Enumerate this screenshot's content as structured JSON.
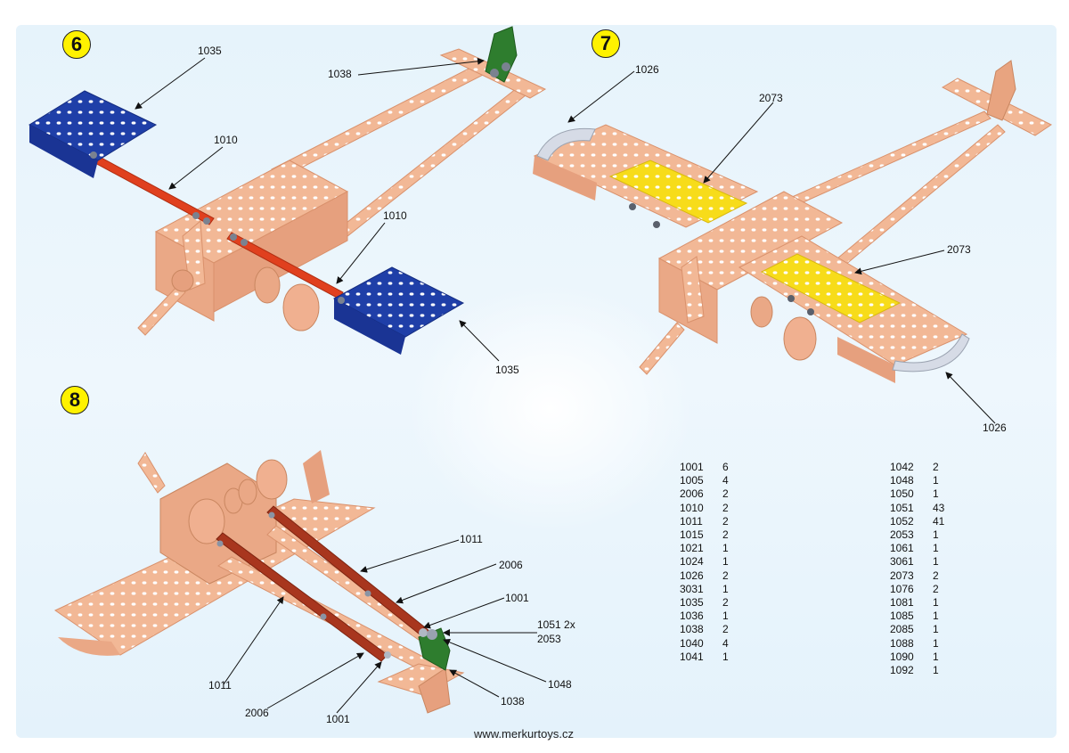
{
  "steps": [
    {
      "number": "6",
      "callouts": [
        "1035",
        "1038",
        "1010",
        "1010",
        "1035"
      ]
    },
    {
      "number": "7",
      "callouts": [
        "1026",
        "2073",
        "2073",
        "1026"
      ]
    },
    {
      "number": "8",
      "callouts": [
        "1011",
        "2006",
        "1001",
        "1051 2x",
        "2053",
        "1048",
        "1038",
        "1011",
        "2006",
        "1001"
      ]
    }
  ],
  "colors": {
    "badge": "#fff200",
    "copper": "#f2b896",
    "copper_dark": "#d9916c",
    "blue_plate": "#1f3fa8",
    "red_strip": "#e0401e",
    "green_bracket": "#2e7d2e",
    "yellow_plate": "#f7dc1a",
    "silver": "#d6dbe6",
    "dark_red_strip": "#a8361e"
  },
  "parts_list": {
    "left": [
      {
        "part": "1001",
        "qty": "6"
      },
      {
        "part": "1005",
        "qty": "4"
      },
      {
        "part": "2006",
        "qty": "2"
      },
      {
        "part": "1010",
        "qty": "2"
      },
      {
        "part": "1011",
        "qty": "2"
      },
      {
        "part": "1015",
        "qty": "2"
      },
      {
        "part": "1021",
        "qty": "1"
      },
      {
        "part": "1024",
        "qty": "1"
      },
      {
        "part": "1026",
        "qty": "2"
      },
      {
        "part": "3031",
        "qty": "1"
      },
      {
        "part": "1035",
        "qty": "2"
      },
      {
        "part": "1036",
        "qty": "1"
      },
      {
        "part": "1038",
        "qty": "2"
      },
      {
        "part": "1040",
        "qty": "4"
      },
      {
        "part": "1041",
        "qty": "1"
      }
    ],
    "right": [
      {
        "part": "1042",
        "qty": "2"
      },
      {
        "part": "1048",
        "qty": "1"
      },
      {
        "part": "1050",
        "qty": "1"
      },
      {
        "part": "1051",
        "qty": "43"
      },
      {
        "part": "1052",
        "qty": "41"
      },
      {
        "part": "2053",
        "qty": "1"
      },
      {
        "part": "1061",
        "qty": "1"
      },
      {
        "part": "3061",
        "qty": "1"
      },
      {
        "part": "2073",
        "qty": "2"
      },
      {
        "part": "1076",
        "qty": "2"
      },
      {
        "part": "1081",
        "qty": "1"
      },
      {
        "part": "1085",
        "qty": "1"
      },
      {
        "part": "2085",
        "qty": "1"
      },
      {
        "part": "1088",
        "qty": "1"
      },
      {
        "part": "1090",
        "qty": "1"
      },
      {
        "part": "1092",
        "qty": "1"
      }
    ]
  },
  "footer": {
    "website": "www.merkurtoys.cz"
  }
}
